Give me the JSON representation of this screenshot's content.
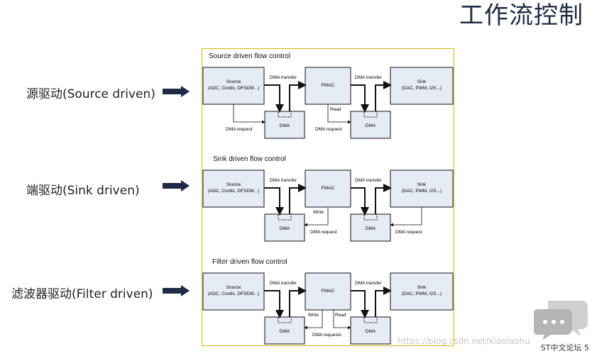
{
  "page_title": "工作流控制",
  "side_labels": [
    "源驱动(Source driven)",
    "端驱动(Sink driven)",
    "滤波器驱动(Filter driven)"
  ],
  "sections": [
    {
      "title": "Source driven flow control",
      "source_name": "Source",
      "source_sub": "(ADC, Cordic, DFSDM...)",
      "fmac": "FMAC",
      "sink_name": "Sink",
      "sink_sub": "(DAC, PWM, I2S...)",
      "dma1": "DMA",
      "dma2": "DMA",
      "label_transfer_left": "DMA transfer",
      "label_transfer_right": "DMA transfer",
      "label_request_left": "DMA request",
      "label_request_right": "DMA request",
      "label_rw": "Read"
    },
    {
      "title": "Sink driven flow control",
      "source_name": "Source",
      "source_sub": "(ADC, Cordic, DFSDM...)",
      "fmac": "FMAC",
      "sink_name": "Sink",
      "sink_sub": "(DAC, PWM, I2S...)",
      "dma1": "DMA",
      "dma2": "DMA",
      "label_transfer_left": "DMA transfer",
      "label_transfer_right": "DMA transfer",
      "label_request_left": "DMA request",
      "label_request_right": "DMA request",
      "label_rw": "Write"
    },
    {
      "title": "Filter driven flow control",
      "source_name": "Source",
      "source_sub": "(ADC, Cordic, DFSDM...)",
      "fmac": "FMAC",
      "sink_name": "Sink",
      "sink_sub": "(DAC, PWM, I2S...)",
      "dma1": "DMA",
      "dma2": "DMA",
      "label_transfer_left": "DMA transfer",
      "label_transfer_right": "DMA transfer",
      "label_requests": "DMA requests",
      "label_write": "Write",
      "label_read": "Read"
    }
  ],
  "footer": "ST中文论坛",
  "page_number": "5",
  "watermark": "https://blog.csdn.net/xiaolaohu",
  "colors": {
    "box_fill": "#e6ecf5",
    "frame": "#e0b400",
    "title": "#1f2a44",
    "arrow": "#1f2a44"
  }
}
